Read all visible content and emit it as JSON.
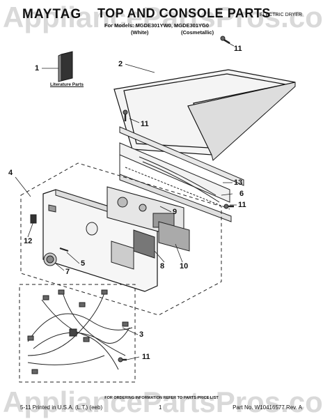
{
  "header": {
    "brand": "MAYTAG",
    "title": "TOP AND CONSOLE PARTS",
    "product_type": "ELECTRIC DRYER",
    "models_line": "For Models: MGDE301YW0, MGDE301YG0",
    "variant_1": "(White)",
    "variant_2": "(Cosmetallic)"
  },
  "watermark": {
    "top": "AppliancePartsPros.com",
    "bottom": "AppliancePartsPros.com"
  },
  "literature_label": "Literature Parts",
  "callouts": {
    "c1": "1",
    "c2": "2",
    "c3": "3",
    "c4": "4",
    "c5": "5",
    "c6": "6",
    "c7": "7",
    "c8": "8",
    "c9": "9",
    "c10": "10",
    "c11a": "11",
    "c11b": "11",
    "c11c": "11",
    "c11d": "11",
    "c12": "12",
    "c13": "13"
  },
  "footer": {
    "ordering_note": "FOR ORDERING INFORMATION REFER TO PARTS PRICE LIST",
    "printed": "5-11 Printed in U.S.A. (L.T.) (eeb)",
    "page": "1",
    "part_no": "Part No. W10416577 Rev. A"
  }
}
